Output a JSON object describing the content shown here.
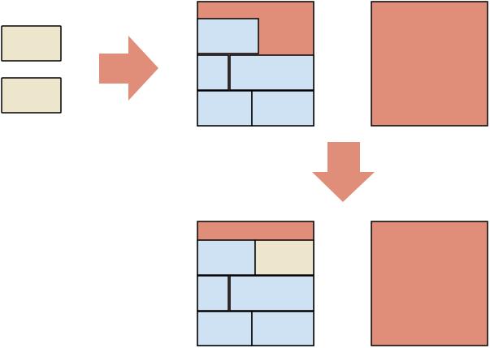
{
  "colors": {
    "bin_fill": "#e08e79",
    "packed_block_fill": "#cfe2f3",
    "pending_block_fill": "#ede5cc",
    "arrow_fill": "#e08e79",
    "outline": "#000000",
    "background": "#ffffff"
  },
  "pending_items": [
    {
      "id": "item-1"
    },
    {
      "id": "item-2"
    }
  ],
  "steps": [
    {
      "id": "before",
      "bins": 2,
      "first_bin_rows": 4
    },
    {
      "id": "after",
      "bins": 2,
      "first_bin_rows": 4,
      "inserted_item": true
    }
  ],
  "arrows": [
    {
      "id": "right-arrow",
      "direction": "right"
    },
    {
      "id": "down-arrow",
      "direction": "down"
    }
  ]
}
